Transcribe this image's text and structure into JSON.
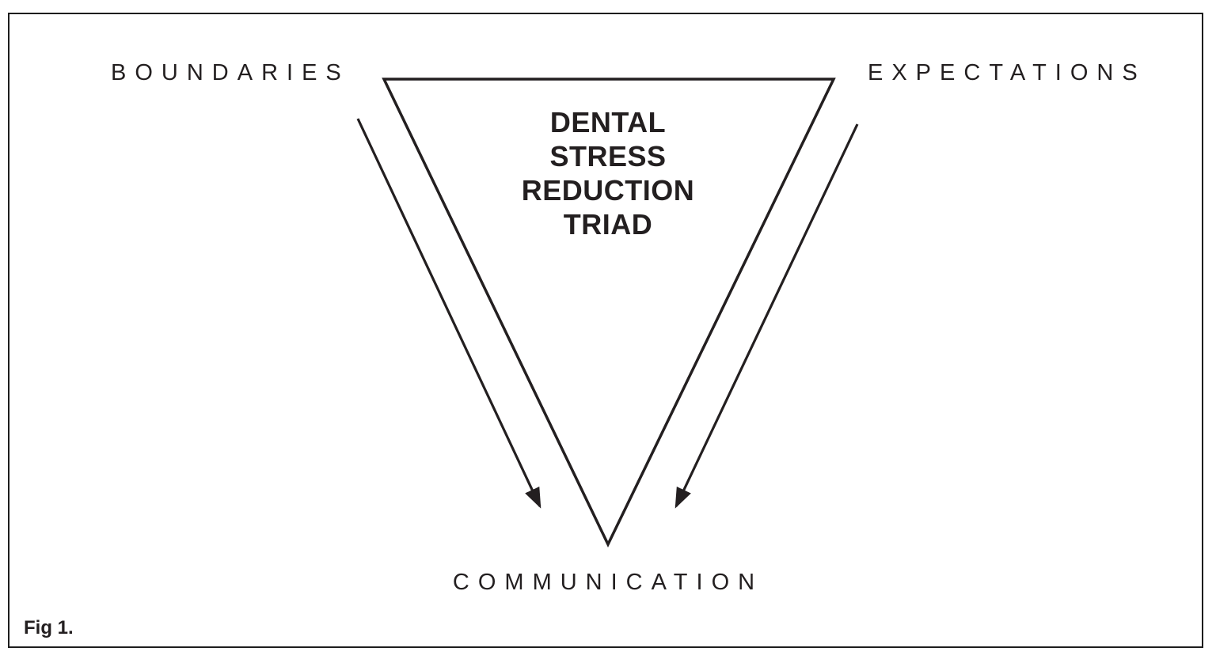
{
  "figure": {
    "caption": "Fig 1."
  },
  "diagram": {
    "title_lines": [
      "DENTAL",
      "STRESS",
      "REDUCTION",
      "TRIAD"
    ],
    "vertices": {
      "top_left": "BOUNDARIES",
      "top_right": "EXPECTATIONS",
      "bottom": "COMMUNICATION"
    },
    "arrows": [
      {
        "name": "left-arrow",
        "from": "BOUNDARIES",
        "to": "COMMUNICATION"
      },
      {
        "name": "right-arrow",
        "from": "EXPECTATIONS",
        "to": "COMMUNICATION"
      }
    ],
    "ink_color": "#231f20",
    "background_color": "#ffffff"
  }
}
